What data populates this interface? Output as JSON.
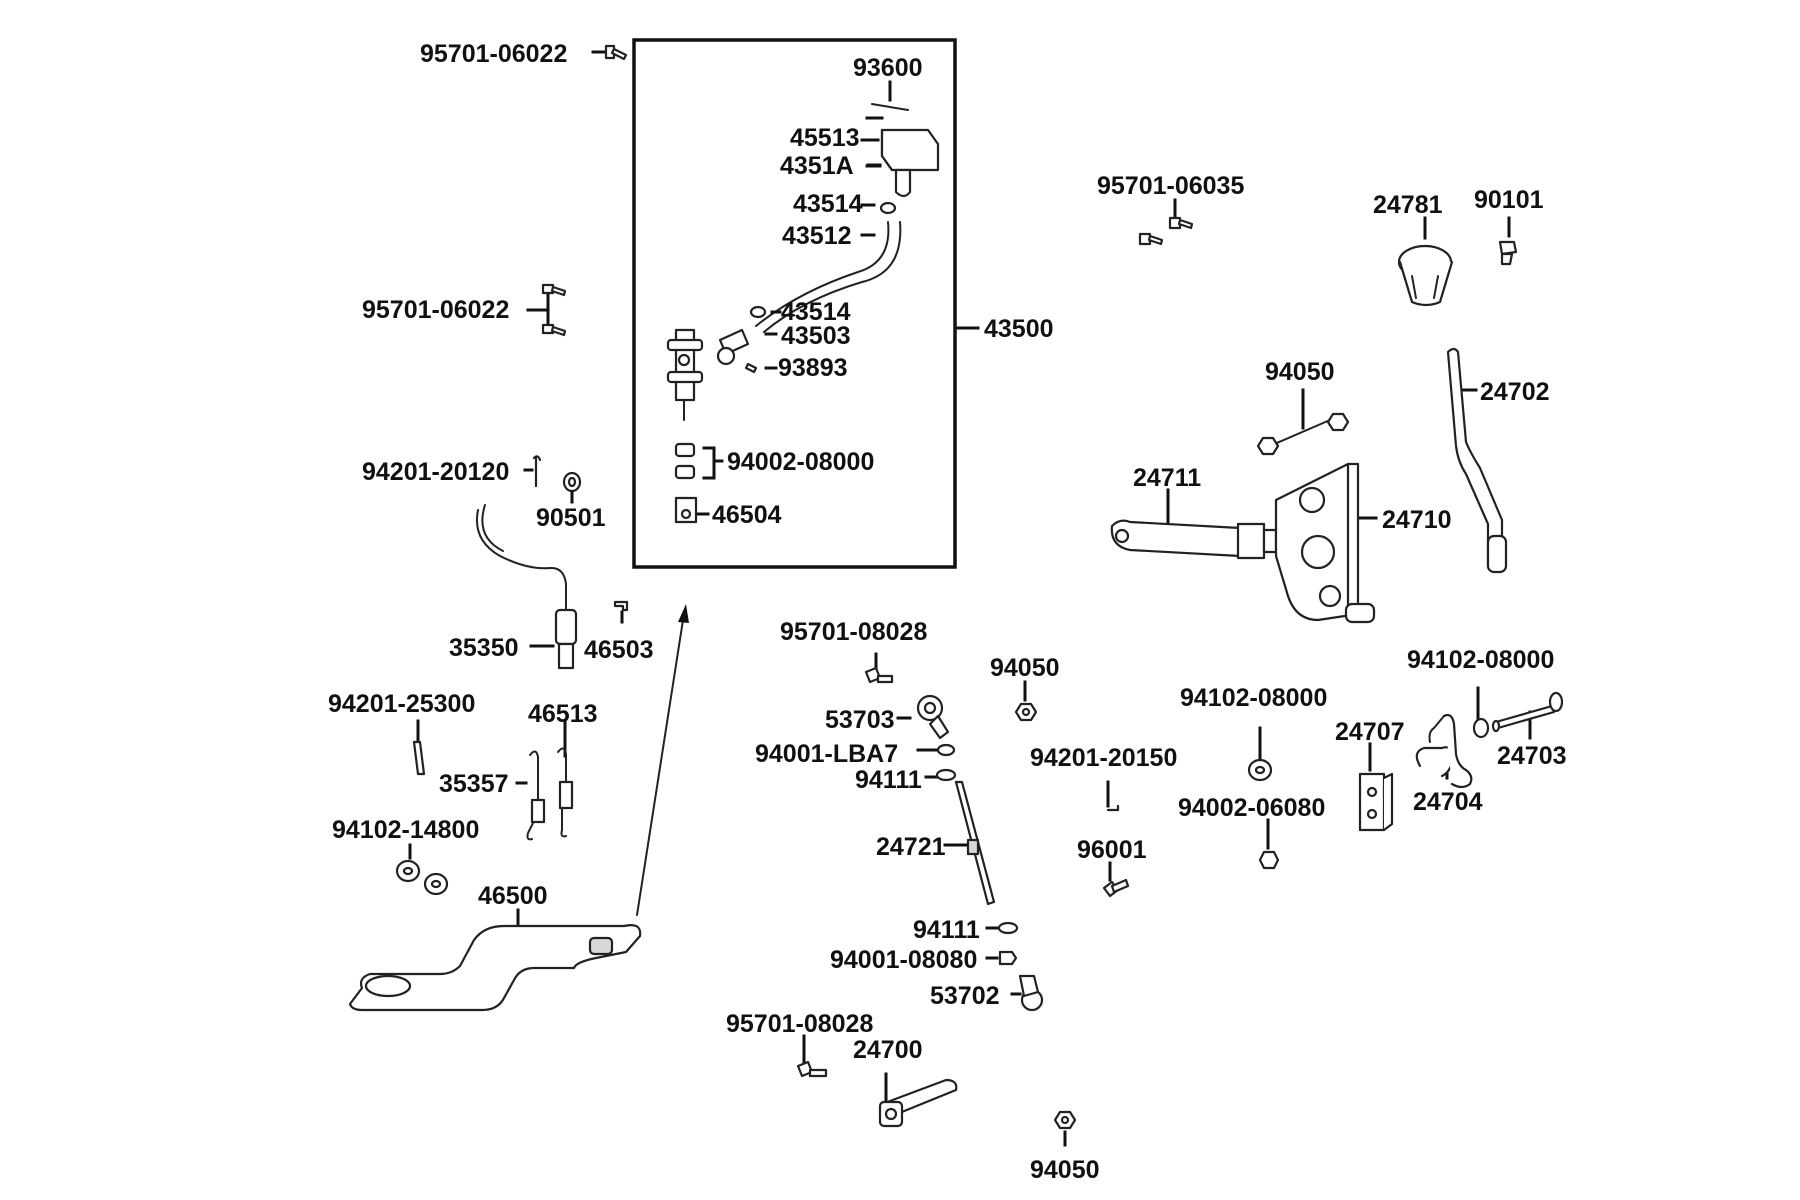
{
  "callouts": {
    "p95701_06022_top": "95701-06022",
    "p95701_06022_mid": "95701-06022",
    "p94201_20120": "94201-20120",
    "p90501": "90501",
    "p35350": "35350",
    "p46503": "46503",
    "p94201_25300": "94201-25300",
    "p46513": "46513",
    "p35357": "35357",
    "p94102_14800": "94102-14800",
    "p46500": "46500",
    "p93600": "93600",
    "p45513": "45513",
    "p4351A": "4351A",
    "p43514_top": "43514",
    "p43512": "43512",
    "p43514_mid": "43514",
    "p43503": "43503",
    "p93893": "93893",
    "p94002_08000": "94002-08000",
    "p46504": "46504",
    "p43500": "43500",
    "p95701_06035": "95701-06035",
    "p24781": "24781",
    "p90101": "90101",
    "p24702": "24702",
    "p94050_top": "94050",
    "p24711": "24711",
    "p24710": "24710",
    "p95701_08028_top": "95701-08028",
    "p53703": "53703",
    "p94001_LBA7": "94001-LBA7",
    "p94111_top": "94111",
    "p24721": "24721",
    "p94111_bottom": "94111",
    "p94001_08080": "94001-08080",
    "p53702": "53702",
    "p95701_08028_bottom": "95701-08028",
    "p24700": "24700",
    "p94050_mid": "94050",
    "p94050_bottom": "94050",
    "p94201_20150": "94201-20150",
    "p96001": "96001",
    "p94102_08000_left": "94102-08000",
    "p94002_06080": "94002-06080",
    "p94102_08000_right": "94102-08000",
    "p24707": "24707",
    "p24704": "24704",
    "p24703": "24703"
  }
}
